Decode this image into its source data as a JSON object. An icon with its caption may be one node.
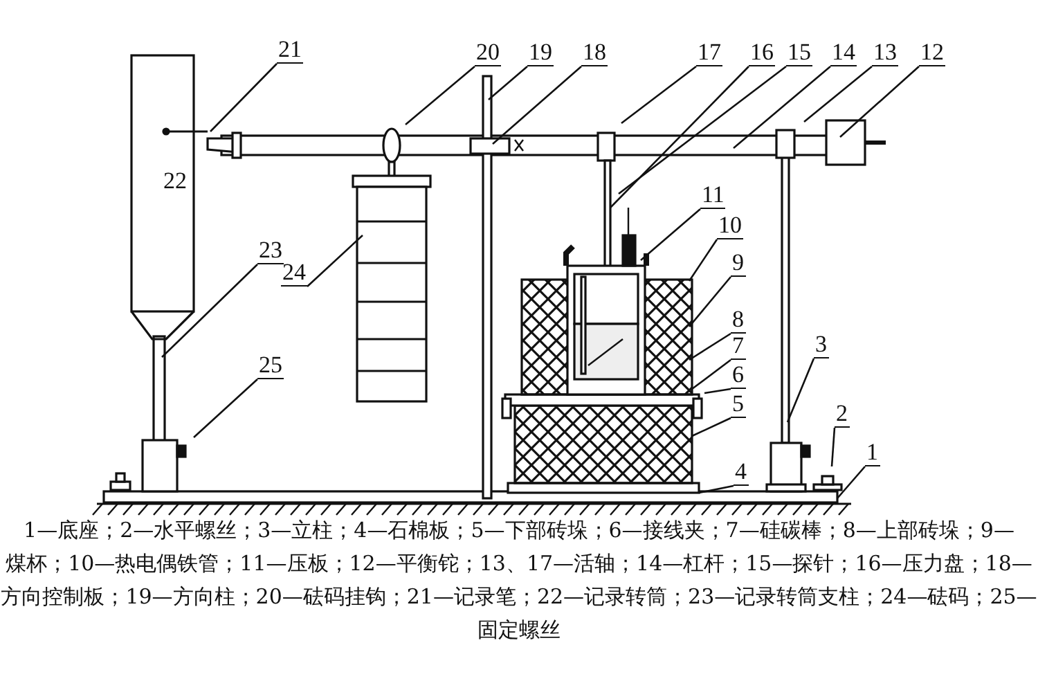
{
  "diagram": {
    "nodes": [
      {
        "text": [
          "21"
        ]
      },
      {
        "text": [
          "20"
        ]
      },
      {
        "text": [
          "19"
        ]
      },
      {
        "text": [
          "18"
        ]
      },
      {
        "text": [
          "17"
        ]
      },
      {
        "text": [
          "16"
        ]
      },
      {
        "text": [
          "15"
        ]
      },
      {
        "text": [
          "14"
        ]
      },
      {
        "text": [
          "13"
        ]
      },
      {
        "text": [
          "12"
        ]
      },
      {
        "text": [
          "11"
        ]
      },
      {
        "text": [
          "10"
        ]
      },
      {
        "text": [
          "9"
        ]
      },
      {
        "text": [
          "8"
        ]
      },
      {
        "text": [
          "7"
        ]
      },
      {
        "text": [
          "6"
        ]
      },
      {
        "text": [
          "5"
        ]
      },
      {
        "text": [
          "23"
        ]
      },
      {
        "text": [
          "24"
        ]
      },
      {
        "text": [
          "3"
        ]
      },
      {
        "text": [
          "25"
        ]
      },
      {
        "text": [
          "2"
        ]
      },
      {
        "text": [
          "4"
        ]
      },
      {
        "text": [
          "1"
        ]
      }
    ],
    "edges": [
      {
        "from": 0,
        "to": null,
        "arrow": "none"
      },
      {
        "from": 1,
        "to": null,
        "arrow": "none"
      },
      {
        "from": 2,
        "to": null,
        "arrow": "none"
      },
      {
        "from": 3,
        "to": null,
        "arrow": "none"
      },
      {
        "from": 4,
        "to": null,
        "arrow": "none"
      },
      {
        "from": 5,
        "to": null,
        "arrow": "none"
      },
      {
        "from": 6,
        "to": null,
        "arrow": "none"
      },
      {
        "from": 7,
        "to": null,
        "arrow": "none"
      },
      {
        "from": 8,
        "to": null,
        "arrow": "none"
      },
      {
        "from": 9,
        "to": null,
        "arrow": "none"
      },
      {
        "from": 10,
        "to": null,
        "arrow": "none"
      },
      {
        "from": 11,
        "to": null,
        "arrow": "none"
      },
      {
        "from": 12,
        "to": null,
        "arrow": "none"
      },
      {
        "from": 13,
        "to": null,
        "arrow": "none"
      },
      {
        "from": 14,
        "to": null,
        "arrow": "none"
      },
      {
        "from": 15,
        "to": null,
        "arrow": "none"
      },
      {
        "from": 16,
        "to": null,
        "arrow": "none"
      },
      {
        "from": 17,
        "to": null,
        "arrow": "none"
      },
      {
        "from": 18,
        "to": null,
        "arrow": "none"
      },
      {
        "from": 19,
        "to": null,
        "arrow": "none"
      },
      {
        "from": 20,
        "to": null,
        "arrow": "none"
      },
      {
        "from": 21,
        "to": null,
        "arrow": "none"
      },
      {
        "from": 22,
        "to": null,
        "arrow": "none"
      },
      {
        "from": 23,
        "to": null,
        "arrow": "none"
      }
    ],
    "labels": [
      "22"
    ],
    "caption": "1—底座；2—水平螺丝；3—立柱；4—石棉板；5—下部砖垛；6—接线夹；7—硅碳棒；8—上部砖垛；9—煤杯；10—热电偶铁管；11—压板；12—平衡铊；13、17—活轴；14—杠杆；15—探针；16—压力盘；18—方向控制板；19—方向柱；20—砝码挂钩；21—记录笔；22—记录转筒；23—记录转筒支柱；24—砝码；25—固定螺丝"
  }
}
